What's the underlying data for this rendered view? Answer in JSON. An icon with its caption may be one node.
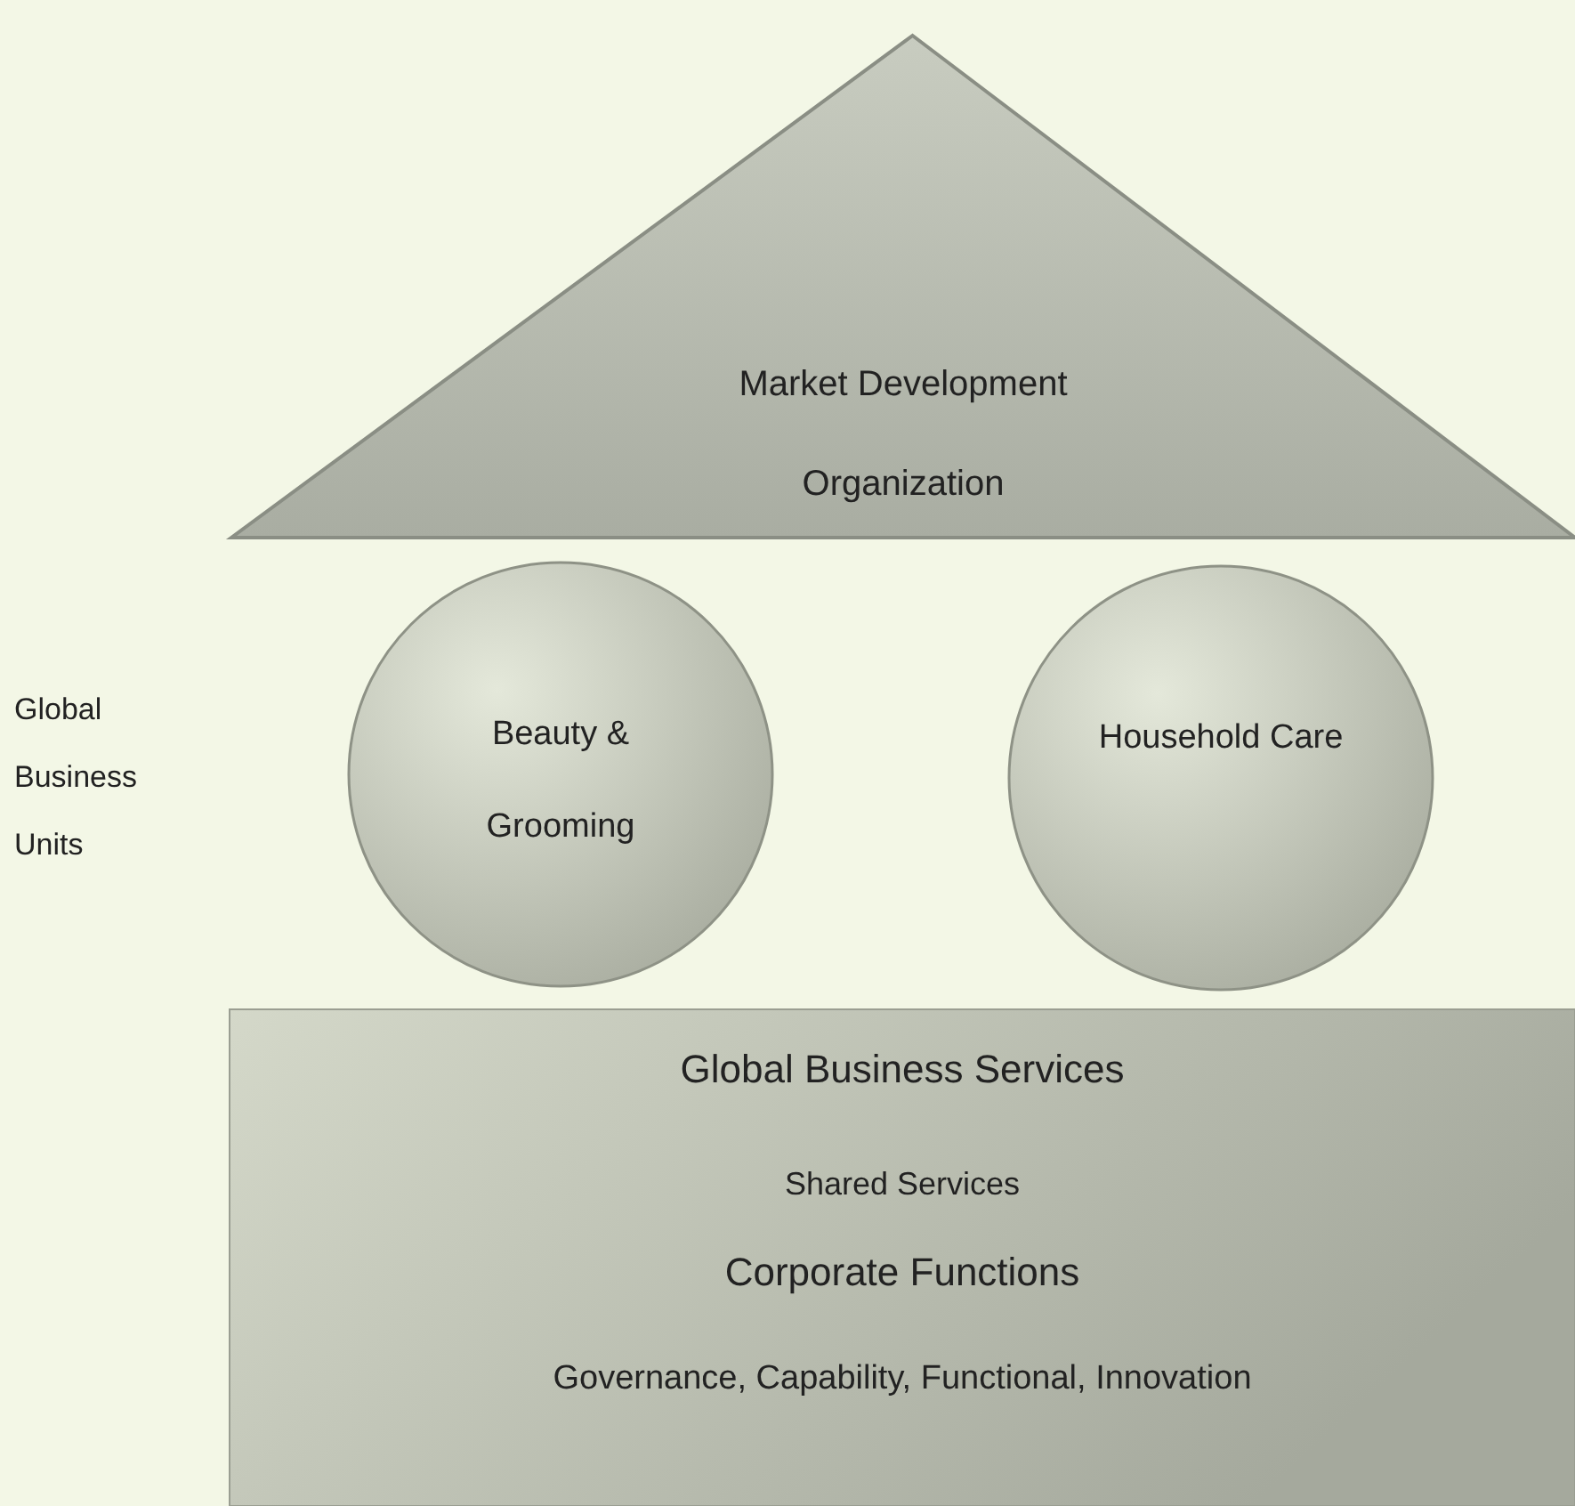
{
  "diagram": {
    "nodes": [
      {
        "text": [
          "Market Development Organization"
        ]
      },
      {
        "text": [
          "Beauty & Grooming"
        ]
      },
      {
        "text": [
          "Household Care"
        ]
      },
      {
        "text": [
          "Global Business Services",
          "Shared Services",
          "Corporate Functions",
          "Governance, Capability, Functional, Innovation"
        ]
      }
    ],
    "labels": [
      "Global Business Units"
    ]
  }
}
